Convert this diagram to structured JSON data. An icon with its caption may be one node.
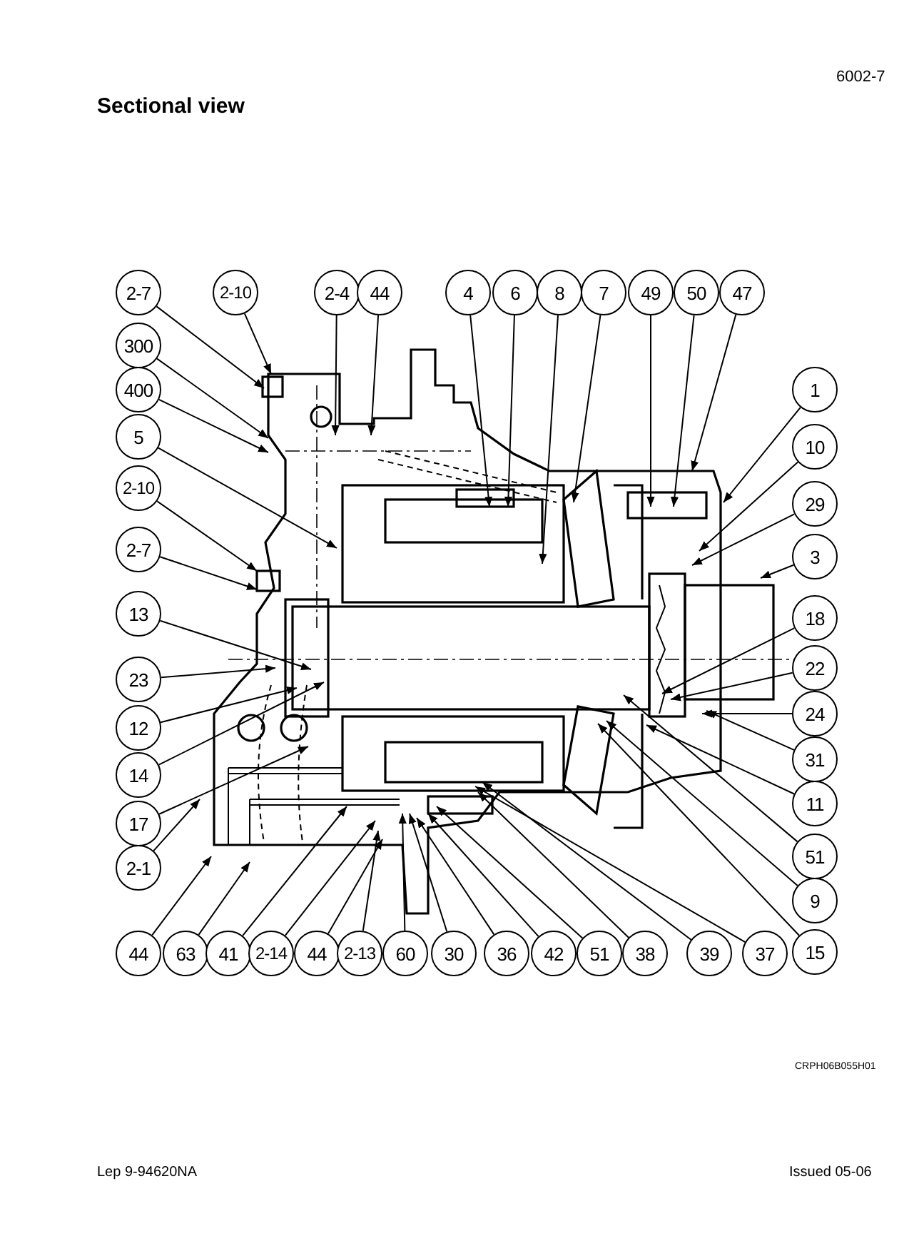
{
  "diagram": {
    "title": "Sectional view",
    "nodes": [
      {
        "text": [
          "2-7"
        ]
      },
      {
        "text": [
          "2-10"
        ]
      },
      {
        "text": [
          "2-4"
        ]
      },
      {
        "text": [
          "44"
        ]
      },
      {
        "text": [
          "4"
        ]
      },
      {
        "text": [
          "6"
        ]
      },
      {
        "text": [
          "8"
        ]
      },
      {
        "text": [
          "7"
        ]
      },
      {
        "text": [
          "49"
        ]
      },
      {
        "text": [
          "50"
        ]
      },
      {
        "text": [
          "47"
        ]
      },
      {
        "text": [
          "300"
        ]
      },
      {
        "text": [
          "400"
        ]
      },
      {
        "text": [
          "5"
        ]
      },
      {
        "text": [
          "2-10"
        ]
      },
      {
        "text": [
          "2-7"
        ]
      },
      {
        "text": [
          "13"
        ]
      },
      {
        "text": [
          "23"
        ]
      },
      {
        "text": [
          "12"
        ]
      },
      {
        "text": [
          "14"
        ]
      },
      {
        "text": [
          "17"
        ]
      },
      {
        "text": [
          "2-1"
        ]
      },
      {
        "text": [
          "1"
        ]
      },
      {
        "text": [
          "10"
        ]
      },
      {
        "text": [
          "29"
        ]
      },
      {
        "text": [
          "3"
        ]
      },
      {
        "text": [
          "18"
        ]
      },
      {
        "text": [
          "22"
        ]
      },
      {
        "text": [
          "24"
        ]
      },
      {
        "text": [
          "31"
        ]
      },
      {
        "text": [
          "11"
        ]
      },
      {
        "text": [
          "51"
        ]
      },
      {
        "text": [
          "9"
        ]
      },
      {
        "text": [
          "44"
        ]
      },
      {
        "text": [
          "63"
        ]
      },
      {
        "text": [
          "41"
        ]
      },
      {
        "text": [
          "2-14"
        ]
      },
      {
        "text": [
          "44"
        ]
      },
      {
        "text": [
          "2-13"
        ]
      },
      {
        "text": [
          "60"
        ]
      },
      {
        "text": [
          "30"
        ]
      },
      {
        "text": [
          "36"
        ]
      },
      {
        "text": [
          "42"
        ]
      },
      {
        "text": [
          "51"
        ]
      },
      {
        "text": [
          "38"
        ]
      },
      {
        "text": [
          "39"
        ]
      },
      {
        "text": [
          "37"
        ]
      },
      {
        "text": [
          "15"
        ]
      }
    ],
    "edges": [
      {
        "from": 0,
        "to": null,
        "arrow": "to"
      },
      {
        "from": 1,
        "to": null,
        "arrow": "to"
      },
      {
        "from": 2,
        "to": null,
        "arrow": "to"
      },
      {
        "from": 3,
        "to": null,
        "arrow": "to"
      },
      {
        "from": 4,
        "to": null,
        "arrow": "to"
      },
      {
        "from": 5,
        "to": null,
        "arrow": "to"
      },
      {
        "from": 6,
        "to": null,
        "arrow": "to"
      },
      {
        "from": 7,
        "to": null,
        "arrow": "to"
      },
      {
        "from": 8,
        "to": null,
        "arrow": "to"
      },
      {
        "from": 9,
        "to": null,
        "arrow": "to"
      },
      {
        "from": 10,
        "to": null,
        "arrow": "to"
      },
      {
        "from": 11,
        "to": null,
        "arrow": "to"
      },
      {
        "from": 12,
        "to": null,
        "arrow": "to"
      },
      {
        "from": 13,
        "to": null,
        "arrow": "to"
      },
      {
        "from": 14,
        "to": null,
        "arrow": "to"
      },
      {
        "from": 15,
        "to": null,
        "arrow": "to"
      },
      {
        "from": 16,
        "to": null,
        "arrow": "to"
      },
      {
        "from": 17,
        "to": null,
        "arrow": "to"
      },
      {
        "from": 18,
        "to": null,
        "arrow": "to"
      },
      {
        "from": 19,
        "to": null,
        "arrow": "to"
      },
      {
        "from": 20,
        "to": null,
        "arrow": "to"
      },
      {
        "from": 21,
        "to": null,
        "arrow": "to"
      },
      {
        "from": 22,
        "to": null,
        "arrow": "to"
      },
      {
        "from": 23,
        "to": null,
        "arrow": "to"
      },
      {
        "from": 24,
        "to": null,
        "arrow": "to"
      },
      {
        "from": 25,
        "to": null,
        "arrow": "to"
      },
      {
        "from": 26,
        "to": null,
        "arrow": "to"
      },
      {
        "from": 27,
        "to": null,
        "arrow": "to"
      },
      {
        "from": 28,
        "to": null,
        "arrow": "to"
      },
      {
        "from": 29,
        "to": null,
        "arrow": "to"
      },
      {
        "from": 30,
        "to": null,
        "arrow": "to"
      },
      {
        "from": 31,
        "to": null,
        "arrow": "to"
      },
      {
        "from": 32,
        "to": null,
        "arrow": "to"
      },
      {
        "from": 33,
        "to": null,
        "arrow": "to"
      },
      {
        "from": 34,
        "to": null,
        "arrow": "to"
      },
      {
        "from": 35,
        "to": null,
        "arrow": "to"
      },
      {
        "from": 36,
        "to": null,
        "arrow": "to"
      },
      {
        "from": 37,
        "to": null,
        "arrow": "to"
      },
      {
        "from": 38,
        "to": null,
        "arrow": "to"
      },
      {
        "from": 39,
        "to": null,
        "arrow": "to"
      },
      {
        "from": 40,
        "to": null,
        "arrow": "to"
      },
      {
        "from": 41,
        "to": null,
        "arrow": "to"
      },
      {
        "from": 42,
        "to": null,
        "arrow": "to"
      },
      {
        "from": 43,
        "to": null,
        "arrow": "to"
      },
      {
        "from": 44,
        "to": null,
        "arrow": "to"
      },
      {
        "from": 45,
        "to": null,
        "arrow": "to"
      },
      {
        "from": 46,
        "to": null,
        "arrow": "to"
      },
      {
        "from": 47,
        "to": null,
        "arrow": "to"
      }
    ],
    "labels": [
      "6002-7",
      "CRPH06B055H01",
      "Lep 9-94620NA",
      "Issued 05-06"
    ]
  }
}
